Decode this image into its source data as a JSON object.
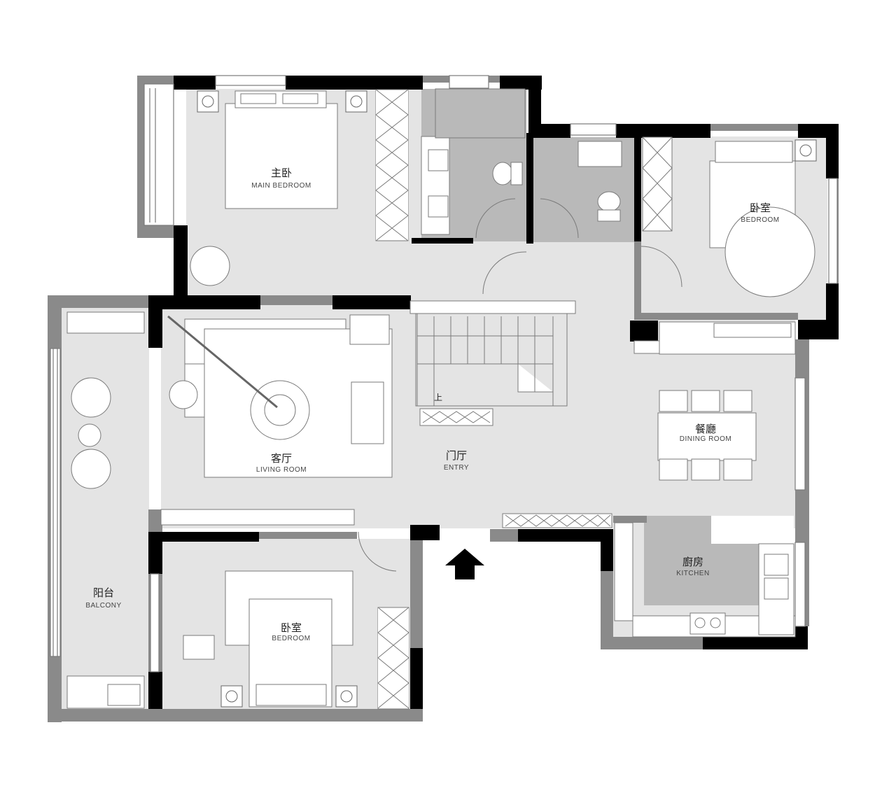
{
  "colors": {
    "wall": "#000000",
    "partition": "#8a8a8a",
    "floor": "#e4e4e4",
    "wet_floor": "#b9b9b9",
    "furniture": "#ffffff",
    "line": "#7a7a7a",
    "background": "#ffffff"
  },
  "rooms": {
    "master_bedroom": {
      "zh": "主卧",
      "en": "MAIN  BEDROOM"
    },
    "bedroom_ne": {
      "zh": "卧室",
      "en": "BEDROOM"
    },
    "bedroom_s": {
      "zh": "卧室",
      "en": "BEDROOM"
    },
    "living_room": {
      "zh": "客厅",
      "en": "LIVING  ROOM"
    },
    "entry": {
      "zh": "门厅",
      "en": "ENTRY"
    },
    "dining_room": {
      "zh": "餐廳",
      "en": "DINING ROOM"
    },
    "kitchen": {
      "zh": "廚房",
      "en": "KITCHEN"
    },
    "balcony": {
      "zh": "阳台",
      "en": "BALCONY"
    }
  },
  "stair_label": "上",
  "icons": {
    "entrance": "up-arrow-icon",
    "ceiling_lamp": "ceiling-lamp-icon",
    "floor_drain": "floor-drain-icon",
    "stove": "stove-icon",
    "sink": "sink-icon",
    "toilet": "toilet-icon"
  }
}
